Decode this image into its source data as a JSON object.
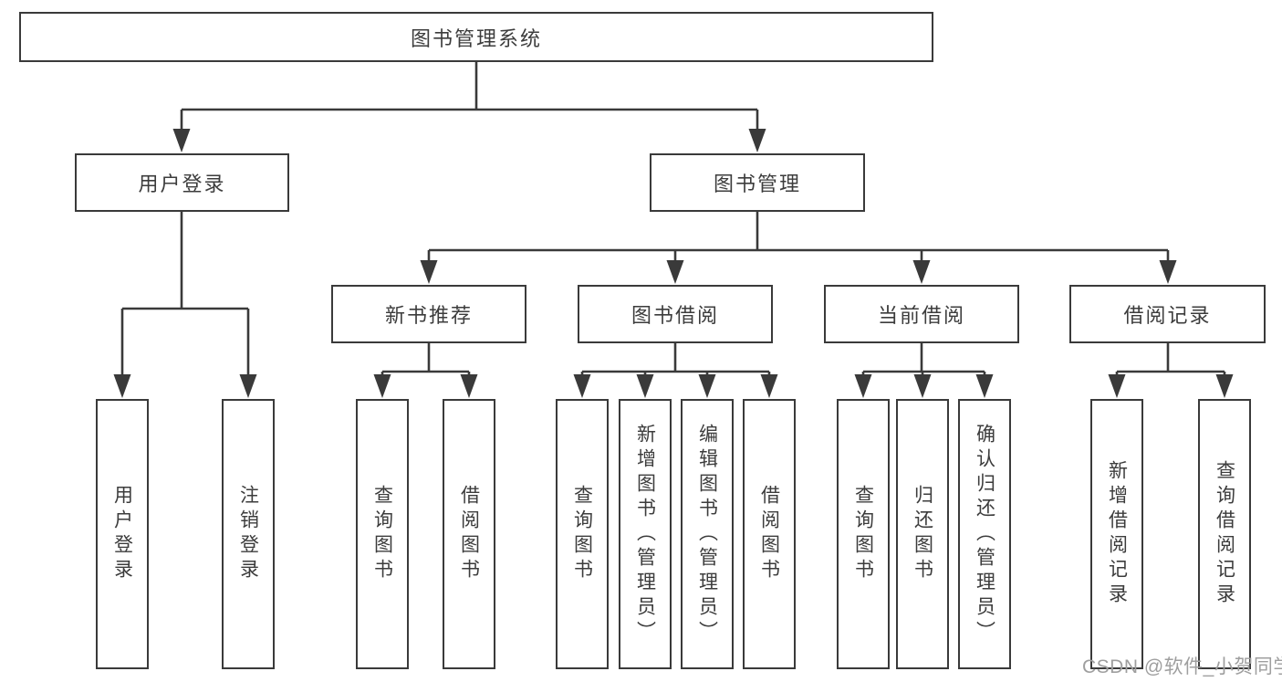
{
  "tree": {
    "root": {
      "label": "图书管理系统"
    },
    "login": {
      "label": "用户登录",
      "children": [
        {
          "label": "用户登录"
        },
        {
          "label": "注销登录"
        }
      ]
    },
    "management": {
      "label": "图书管理",
      "children": [
        {
          "label": "新书推荐",
          "children": [
            {
              "label": "查询图书"
            },
            {
              "label": "借阅图书"
            }
          ]
        },
        {
          "label": "图书借阅",
          "children": [
            {
              "label": "查询图书"
            },
            {
              "label": "新增图书（管理员）"
            },
            {
              "label": "编辑图书（管理员）"
            },
            {
              "label": "借阅图书"
            }
          ]
        },
        {
          "label": "当前借阅",
          "children": [
            {
              "label": "查询图书"
            },
            {
              "label": "归还图书"
            },
            {
              "label": "确认归还（管理员）"
            }
          ]
        },
        {
          "label": "借阅记录",
          "children": [
            {
              "label": "新增借阅记录"
            },
            {
              "label": "查询借阅记录"
            }
          ]
        }
      ]
    }
  },
  "watermark": "CSDN @软件_小贺同学",
  "colors": {
    "line": "#3a3a3a",
    "text": "#3c3c3c",
    "watermark": "#9f9f9f",
    "background": "#ffffff"
  }
}
